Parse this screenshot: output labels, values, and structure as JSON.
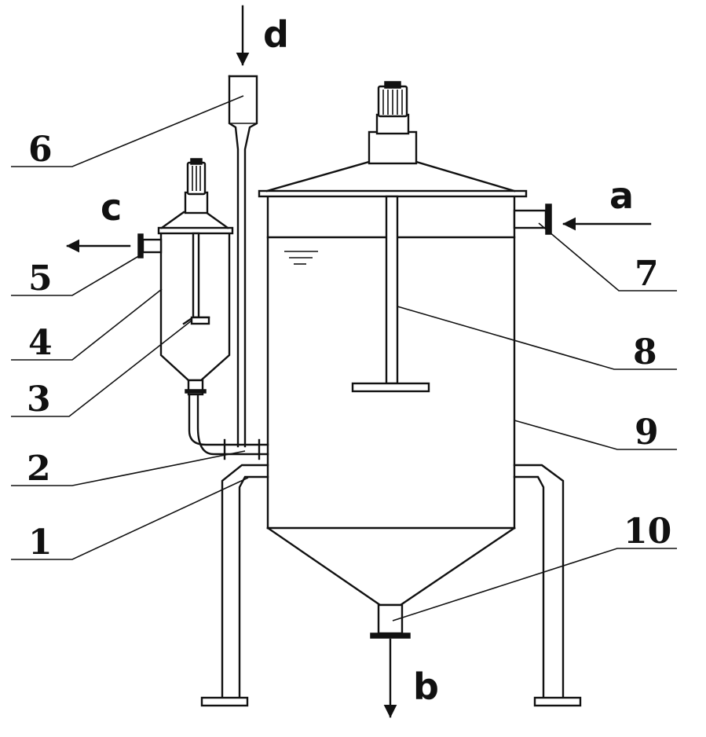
{
  "diagram": {
    "part_labels": {
      "p1": "1",
      "p2": "2",
      "p3": "3",
      "p4": "4",
      "p5": "5",
      "p6": "6",
      "p7": "7",
      "p8": "8",
      "p9": "9",
      "p10": "10"
    },
    "flow_labels": {
      "a": "a",
      "b": "b",
      "c": "c",
      "d": "d"
    }
  }
}
